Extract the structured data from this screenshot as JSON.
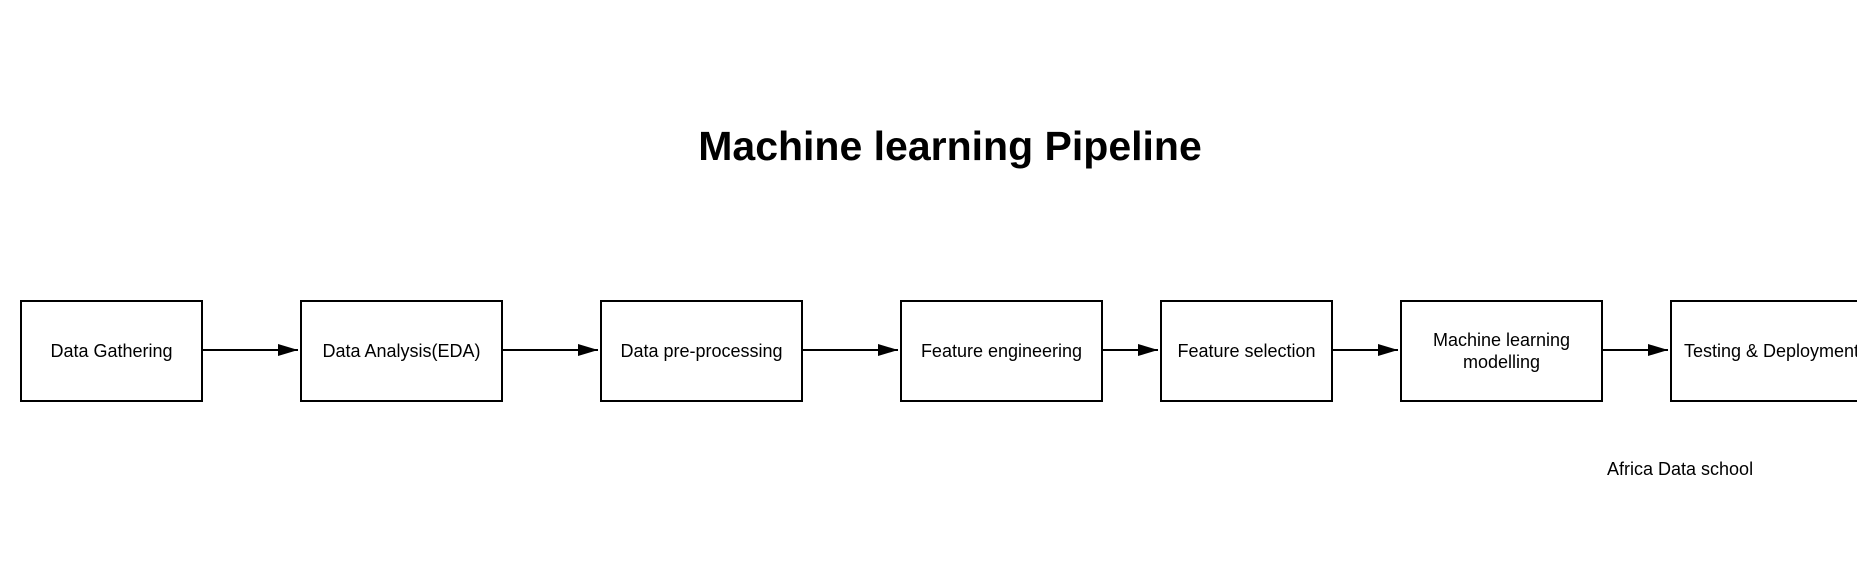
{
  "diagram": {
    "title": "Machine learning Pipeline",
    "steps": [
      {
        "label": "Data Gathering"
      },
      {
        "label": "Data Analysis(EDA)"
      },
      {
        "label": "Data pre-processing"
      },
      {
        "label": "Feature engineering"
      },
      {
        "label": "Feature selection"
      },
      {
        "label": "Machine learning\nmodelling"
      },
      {
        "label": "Testing & Deployment"
      }
    ],
    "footer": "Africa Data school"
  }
}
